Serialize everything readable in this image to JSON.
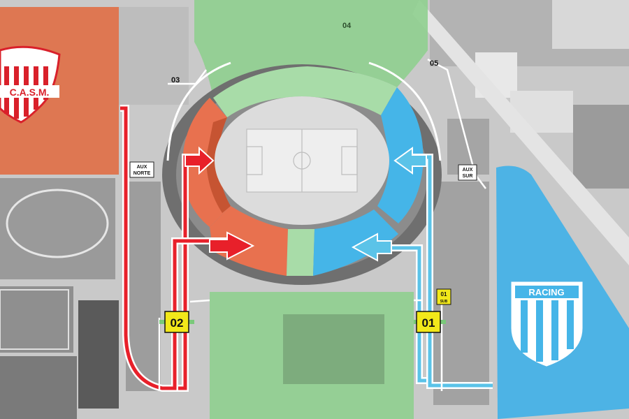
{
  "colors": {
    "home": "#e85a3a",
    "away": "#45b5e8",
    "neutral": "#8fcf8f",
    "red_route": "#e8202a",
    "blue_route": "#5bc3e8",
    "badge": "#f2e81a",
    "home_club_red": "#d9202a"
  },
  "map": {
    "gate_labels": {
      "g03": "03",
      "g04": "04",
      "g05": "05",
      "g01_small": "01",
      "g01_small_sub": "SUB"
    },
    "aux_norte": [
      "AUX",
      "NORTE"
    ],
    "aux_sur": [
      "AUX",
      "SUR"
    ],
    "entrance_badges": {
      "left": "02",
      "right": "01"
    }
  },
  "logos": {
    "home_club": {
      "text": "C.A.S.M.",
      "icon": "casm-shield-icon"
    },
    "away_club": {
      "text": "RACING",
      "icon": "racing-shield-icon"
    }
  }
}
